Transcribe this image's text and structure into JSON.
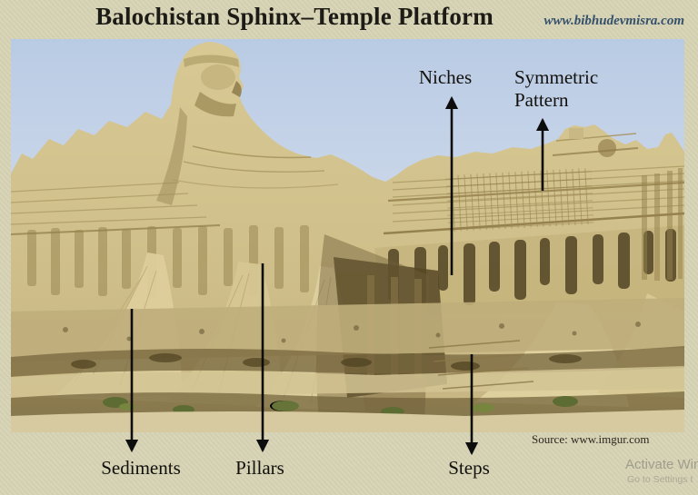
{
  "header": {
    "title": "Balochistan Sphinx–Temple Platform",
    "website": "www.bibhudevmisra.com"
  },
  "annotations": [
    {
      "id": "niches",
      "label": "Niches"
    },
    {
      "id": "symmetric-pattern",
      "label": "Symmetric Pattern"
    },
    {
      "id": "sediments",
      "label": "Sediments"
    },
    {
      "id": "pillars",
      "label": "Pillars"
    },
    {
      "id": "steps",
      "label": "Steps"
    }
  ],
  "figure": {
    "source_credit": "Source: www.imgur.com"
  },
  "watermark": {
    "line1": "Activate Win",
    "line2": "Go to Settings t"
  },
  "colors": {
    "frame": "#d7d3b5",
    "title": "#1d1b16",
    "website": "#35516b",
    "label": "#12100c",
    "arrow": "#0d0d0d",
    "sky": "#c3d0e6",
    "rock": "#d2c28d"
  }
}
